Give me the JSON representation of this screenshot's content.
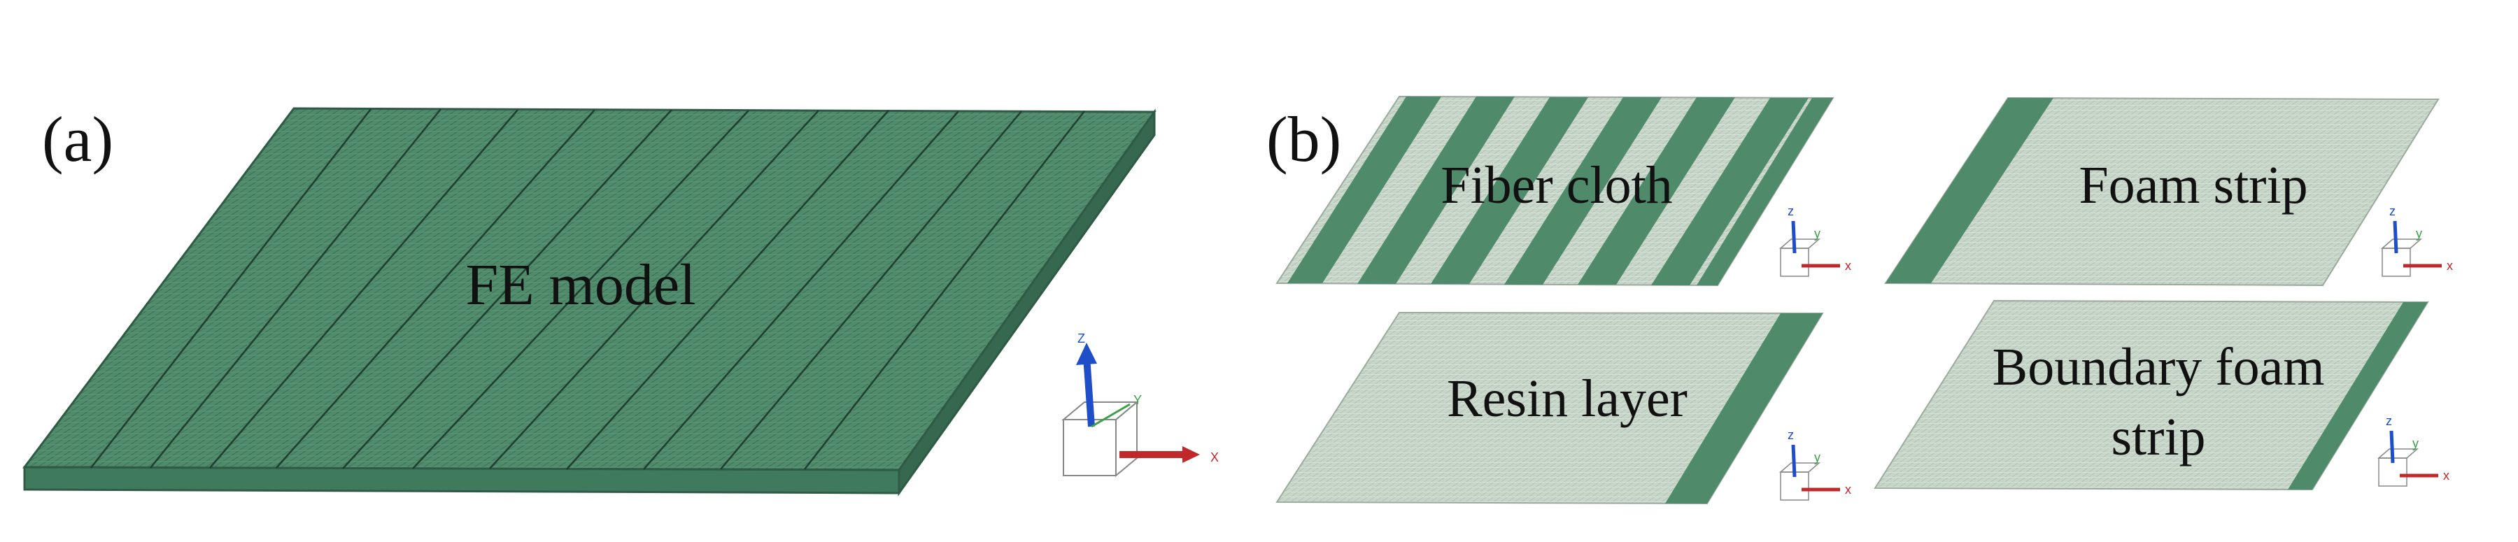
{
  "panels": {
    "a": {
      "tag": "(a)",
      "label": "FE model",
      "triad": {
        "z": "Z",
        "y": "Y",
        "x": "X"
      }
    },
    "b": {
      "tag": "(b)",
      "components": [
        {
          "label": "Fiber cloth",
          "triad": {
            "z": "z",
            "y": "y",
            "x": "x"
          }
        },
        {
          "label": "Foam strip",
          "triad": {
            "z": "z",
            "y": "y",
            "x": "x"
          }
        },
        {
          "label": "Resin layer",
          "triad": {
            "z": "z",
            "y": "y",
            "x": "x"
          }
        },
        {
          "label_lines": [
            "Boundary foam",
            "strip"
          ],
          "triad": {
            "z": "z",
            "y": "y",
            "x": "x"
          }
        }
      ]
    }
  },
  "colors": {
    "model_green": "#4f8a6b",
    "model_dark": "#2f5a45",
    "light_mesh": "#c6d4c8",
    "axis_z": "#1f4fc8",
    "axis_y": "#3aa04a",
    "axis_x": "#c0282a"
  }
}
